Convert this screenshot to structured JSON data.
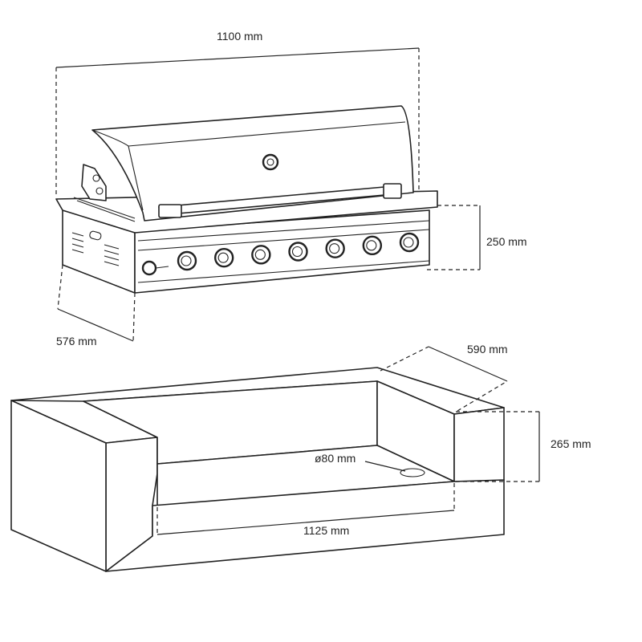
{
  "dimensions": {
    "grill_width": "1100 mm",
    "grill_height": "250 mm",
    "grill_depth": "576 mm",
    "cutout_depth": "590 mm",
    "cutout_height": "265 mm",
    "vent_diameter": "ø80 mm",
    "cutout_width": "1125 mm"
  },
  "grill": {
    "burner_knob_count": 7
  }
}
